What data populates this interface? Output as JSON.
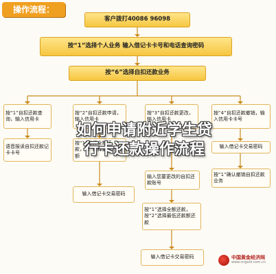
{
  "title": "操作流程：",
  "steps": {
    "call": "客户拨打40086 96098",
    "press1": "按“1”选择个人业务 输入借记卡卡号和电话查询密码",
    "press6": "按“6”选择自扣还款业务"
  },
  "branches": [
    {
      "head": "按“1”自扣还款查询，输入信用卡",
      "next": "语音报读自扣还款记卡卡号"
    },
    {
      "head": "按“2”自扣还款申请，输入信用卡",
      "next": "按“1”选择全额还款，“2”选择最低还款额",
      "last": "输入借记卡交易密码"
    },
    {
      "head": "按“3”自扣还款更改，输入信用卡",
      "steps": [
        "输入您要更改的自扣还款账号",
        "按“1”选择全额还款，按“2”选择最低还款额还款",
        "输入借记卡交易密码"
      ]
    },
    {
      "head": "按“4”自扣还款撤销，输入信用卡卡号",
      "next": "输入借记卡交易密码",
      "last": "按“1”确认撤销自扣还款业务"
    }
  ],
  "overlay": {
    "line1": "如何申请附近学生贷",
    "line2": "行卡还款操作流程"
  },
  "logo": {
    "name": "中国黄金经济网",
    "url": "www.cngold.com.cn"
  },
  "colors": {
    "banner": "#f0a020",
    "gold_box": "#f6c641",
    "border": "#e0b45a",
    "line": "#c98a1a"
  }
}
